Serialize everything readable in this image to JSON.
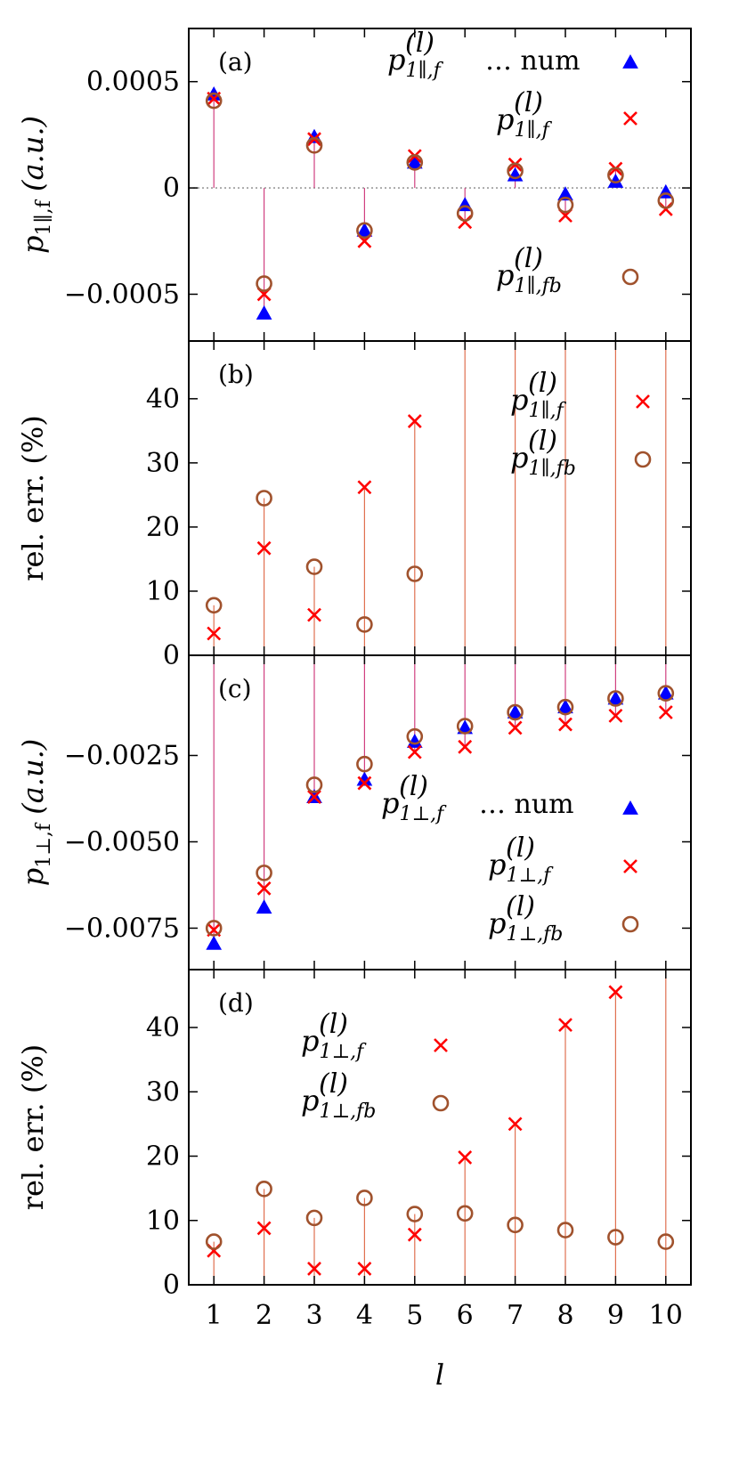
{
  "chart_data": [
    {
      "panel": "(a)",
      "type": "scatter",
      "ylabel_main": "p",
      "ylabel_sub": "1∥,f",
      "ylabel_unit": "(a.u.)",
      "ylim": [
        -0.00072,
        0.00075
      ],
      "yticks": [
        0.0005,
        0,
        -0.0005
      ],
      "ytick_labels": [
        "0.0005",
        "0",
        "−0.0005"
      ],
      "zero_line": true,
      "x": [
        1,
        2,
        3,
        4,
        5,
        6,
        7,
        8,
        9,
        10
      ],
      "series": [
        {
          "name": "p1∥,f(l) … num",
          "legend_main": "p",
          "legend_sub": "1∥,f",
          "legend_sup": "(l)",
          "legend_extra": "… num",
          "marker": "triangle",
          "color": "#0000ff",
          "values": [
            0.00044,
            -0.00059,
            0.00024,
            -0.0002,
            0.00012,
            -8e-05,
            6e-05,
            -3e-05,
            3e-05,
            -2e-05
          ]
        },
        {
          "name": "p1∥,f(l)",
          "legend_main": "p",
          "legend_sub": "1∥,f",
          "legend_sup": "(l)",
          "marker": "cross",
          "color": "#ff0000",
          "values": [
            0.00042,
            -0.0005,
            0.00023,
            -0.00025,
            0.00015,
            -0.00016,
            0.00011,
            -0.00013,
            9e-05,
            -0.0001
          ]
        },
        {
          "name": "p1∥,fb(l)",
          "legend_main": "p",
          "legend_sub": "1∥,fb",
          "legend_sup": "(l)",
          "marker": "circle",
          "color": "#a0522d",
          "values": [
            0.00041,
            -0.00045,
            0.0002,
            -0.0002,
            0.00012,
            -0.00012,
            8e-05,
            -8e-05,
            6e-05,
            -6e-05
          ]
        }
      ],
      "drop_lines_color": "#d04080"
    },
    {
      "panel": "(b)",
      "type": "scatter",
      "ylabel": "rel. err. (%)",
      "ylim": [
        0,
        49
      ],
      "yticks": [
        0,
        10,
        20,
        30,
        40
      ],
      "ytick_labels": [
        "0",
        "10",
        "20",
        "30",
        "40"
      ],
      "x": [
        1,
        2,
        3,
        4,
        5,
        6,
        7,
        8,
        9,
        10
      ],
      "series": [
        {
          "name": "p1∥,f(l)",
          "legend_main": "p",
          "legend_sub": "1∥,f",
          "legend_sup": "(l)",
          "marker": "cross",
          "color": "#ff0000",
          "values": [
            3.4,
            16.7,
            6.3,
            26.2,
            36.5,
            null,
            null,
            null,
            null,
            null
          ]
        },
        {
          "name": "p1∥,fb(l)",
          "legend_main": "p",
          "legend_sub": "1∥,fb",
          "legend_sup": "(l)",
          "marker": "circle",
          "color": "#a0522d",
          "values": [
            7.8,
            24.5,
            13.8,
            4.8,
            12.7,
            null,
            null,
            null,
            null,
            null
          ]
        }
      ],
      "drop_lines_color": "#e07050",
      "clipped_x": [
        6,
        7,
        8,
        9,
        10
      ]
    },
    {
      "panel": "(c)",
      "type": "scatter",
      "ylabel_main": "p",
      "ylabel_sub": "1⊥,f",
      "ylabel_unit": "(a.u.)",
      "ylim": [
        -0.0087,
        0.0004
      ],
      "yticks": [
        -0.0025,
        -0.005,
        -0.0075
      ],
      "ytick_labels": [
        "−0.0025",
        "−0.0050",
        "−0.0075"
      ],
      "x": [
        1,
        2,
        3,
        4,
        5,
        6,
        7,
        8,
        9,
        10
      ],
      "series": [
        {
          "name": "p1⊥,f(l) … num",
          "legend_main": "p",
          "legend_sub": "1⊥,f",
          "legend_sup": "(l)",
          "legend_extra": "… num",
          "marker": "triangle",
          "color": "#0000ff",
          "values": [
            -0.00795,
            -0.0069,
            -0.0037,
            -0.0032,
            -0.0021,
            -0.0017,
            -0.00125,
            -0.0011,
            -0.00085,
            -0.0007
          ]
        },
        {
          "name": "p1⊥,f(l)",
          "legend_main": "p",
          "legend_sub": "1⊥,f",
          "legend_sup": "(l)",
          "marker": "cross",
          "color": "#ff0000",
          "values": [
            -0.00755,
            -0.00635,
            -0.0037,
            -0.0033,
            -0.0024,
            -0.00225,
            -0.0017,
            -0.0016,
            -0.00135,
            -0.00125
          ]
        },
        {
          "name": "p1⊥,fb(l)",
          "legend_main": "p",
          "legend_sub": "1⊥,fb",
          "legend_sup": "(l)",
          "marker": "circle",
          "color": "#a0522d",
          "values": [
            -0.0075,
            -0.0059,
            -0.00335,
            -0.00275,
            -0.00195,
            -0.00165,
            -0.00125,
            -0.0011,
            -0.00085,
            -0.0007
          ]
        }
      ],
      "drop_lines_color": "#d04080"
    },
    {
      "panel": "(d)",
      "type": "scatter",
      "ylabel": "rel. err. (%)",
      "ylim": [
        0,
        49
      ],
      "yticks": [
        0,
        10,
        20,
        30,
        40
      ],
      "ytick_labels": [
        "0",
        "10",
        "20",
        "30",
        "40"
      ],
      "xlabel": "l",
      "xticks": [
        1,
        2,
        3,
        4,
        5,
        6,
        7,
        8,
        9,
        10
      ],
      "x": [
        1,
        2,
        3,
        4,
        5,
        6,
        7,
        8,
        9,
        10
      ],
      "series": [
        {
          "name": "p1⊥,f(l)",
          "legend_main": "p",
          "legend_sub": "1⊥,f",
          "legend_sup": "(l)",
          "marker": "cross",
          "color": "#ff0000",
          "values": [
            5.3,
            8.8,
            2.5,
            2.5,
            7.8,
            19.8,
            25.0,
            40.4,
            45.5,
            null
          ]
        },
        {
          "name": "p1⊥,fb(l)",
          "legend_main": "p",
          "legend_sub": "1⊥,fb",
          "legend_sup": "(l)",
          "marker": "circle",
          "color": "#a0522d",
          "values": [
            6.7,
            14.9,
            10.4,
            13.5,
            11.0,
            11.1,
            9.3,
            8.5,
            7.4,
            6.7
          ]
        }
      ],
      "drop_lines_color": "#e07050",
      "clipped_x": [
        10
      ]
    }
  ]
}
